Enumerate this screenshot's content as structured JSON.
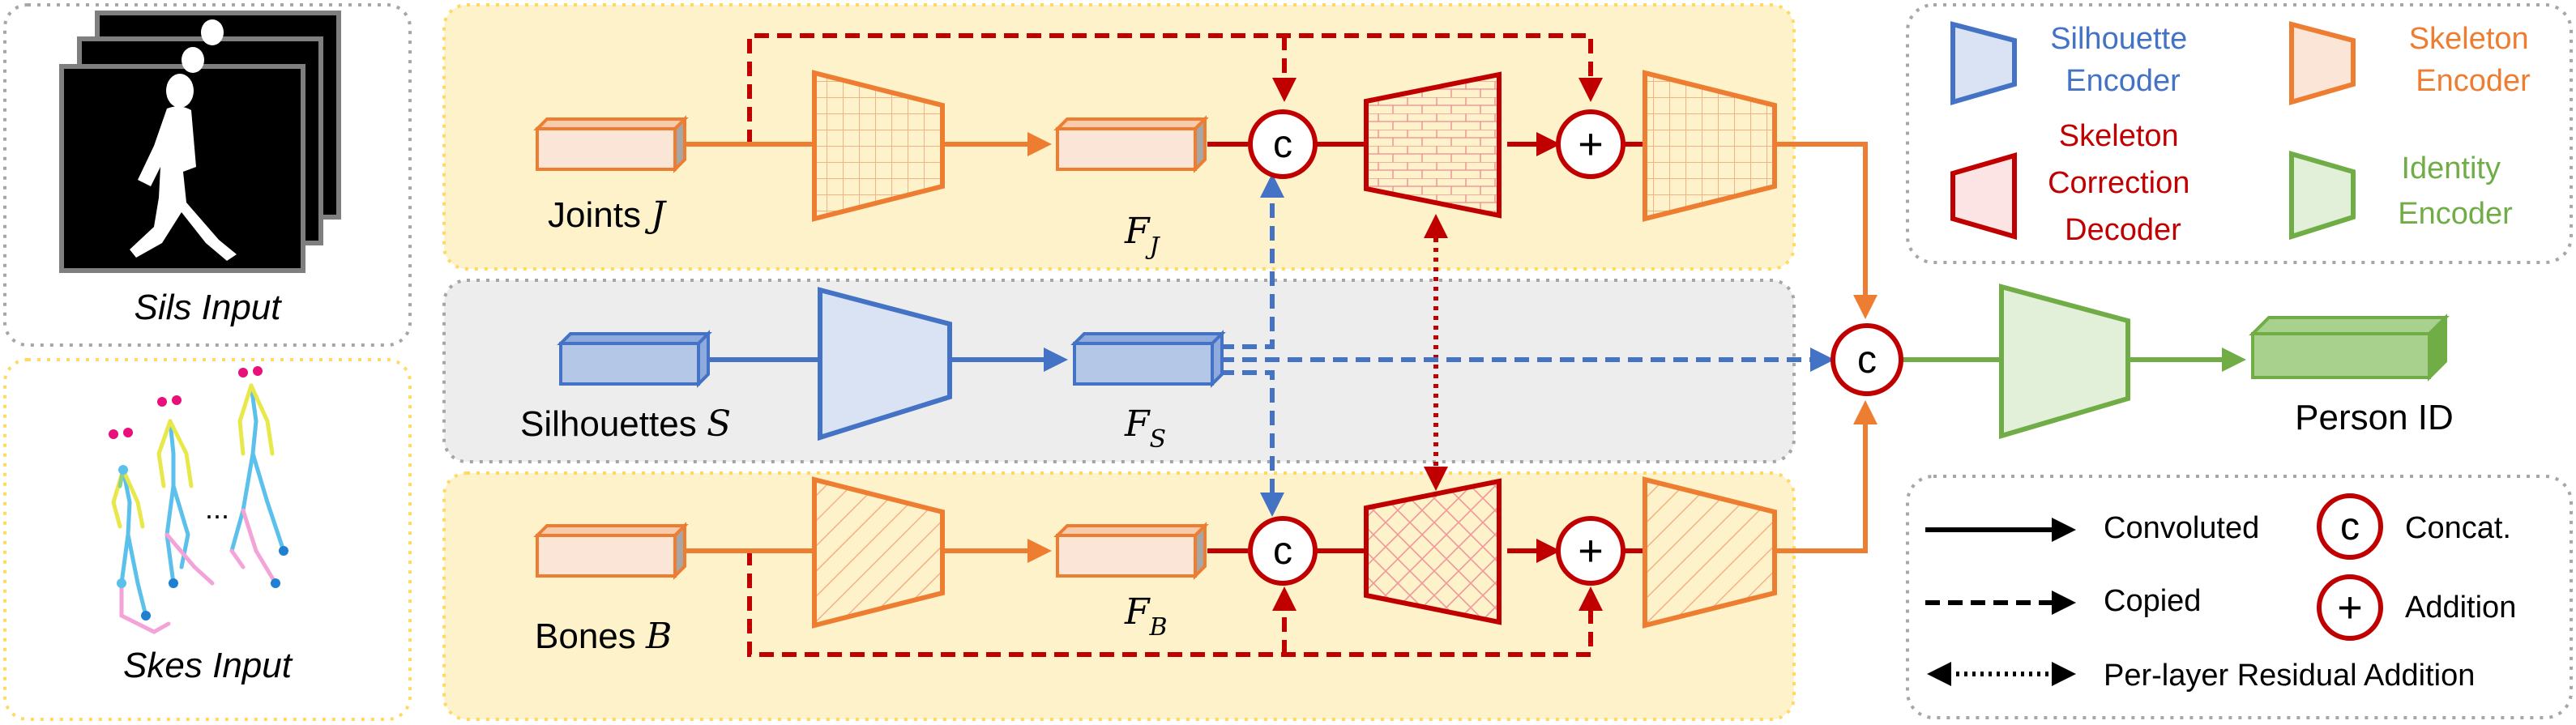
{
  "inputs": {
    "sils_label": "Sils Input",
    "skes_label": "Skes Input",
    "ellipsis": "..."
  },
  "flow": {
    "joints_label": "Joints",
    "joints_symbol": "J",
    "silhouettes_label": "Silhouettes",
    "silhouettes_symbol": "S",
    "bones_label": "Bones",
    "bones_symbol": "B",
    "fj_main": "F",
    "fj_sub": "J",
    "fs_main": "F",
    "fs_sub": "S",
    "fb_main": "F",
    "fb_sub": "B",
    "concat_symbol": "c",
    "add_symbol": "+",
    "person_id": "Person ID"
  },
  "legend_top": {
    "silhouette_encoder": [
      "Silhouette",
      "Encoder"
    ],
    "skeleton_encoder": [
      "Skeleton",
      "Encoder"
    ],
    "skeleton_correction_decoder": [
      "Skeleton",
      "Correction",
      "Decoder"
    ],
    "identity_encoder": [
      "Identity",
      "Encoder"
    ]
  },
  "legend_bottom": {
    "convoluted": "Convoluted",
    "copied": "Copied",
    "residual": "Per-layer Residual Addition",
    "concat": "Concat.",
    "addition": "Addition",
    "concat_symbol": "c",
    "add_symbol": "+"
  },
  "colors": {
    "orange": "#ED7D31",
    "blue": "#4472C4",
    "red": "#C00000",
    "green": "#70AD47",
    "band_yellow": "#FEF2CB",
    "band_gray": "#EDEDED"
  }
}
